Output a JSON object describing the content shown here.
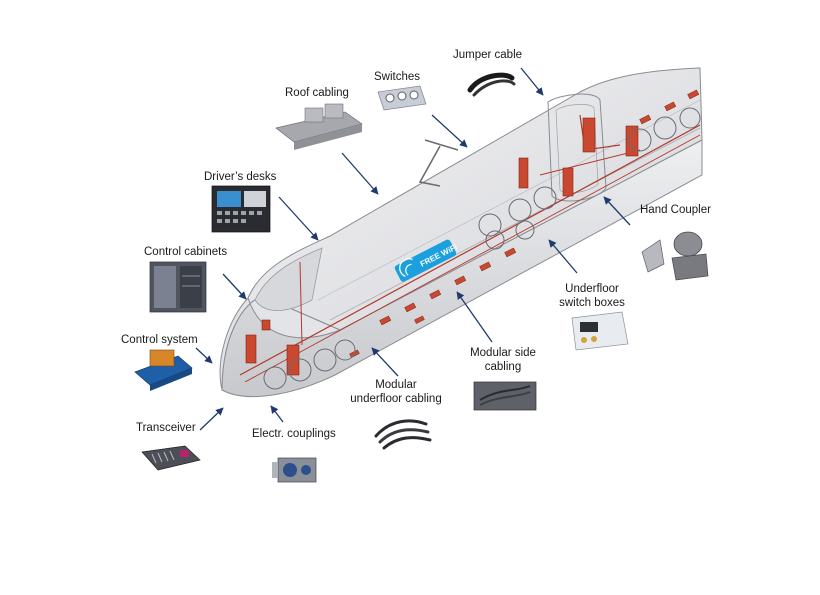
{
  "labels": {
    "jumper_cable": "Jumper cable",
    "switches": "Switches",
    "roof_cabling": "Roof cabling",
    "drivers_desks": "Driver’s desks",
    "control_cabinets": "Control cabinets",
    "control_system": "Control system",
    "transceiver": "Transceiver",
    "electr_couplings": "Electr. couplings",
    "hand_coupler": "Hand Coupler",
    "underfloor_switch_boxes_1": "Underfloor",
    "underfloor_switch_boxes_2": "switch boxes",
    "modular_side_cabling_1": "Modular side",
    "modular_side_cabling_2": "cabling",
    "modular_underfloor_cabling_1": "Modular",
    "modular_underfloor_cabling_2": "underfloor cabling"
  },
  "train": {
    "wifi_badge": "FREE WiFi"
  },
  "colors": {
    "arrow": "#1f3b6e",
    "train_body": "#dcdde0",
    "train_edge": "#8a8c92",
    "cable": "#b23a2a",
    "component": "#c9482f",
    "wifi_badge": "#1aa0de"
  }
}
